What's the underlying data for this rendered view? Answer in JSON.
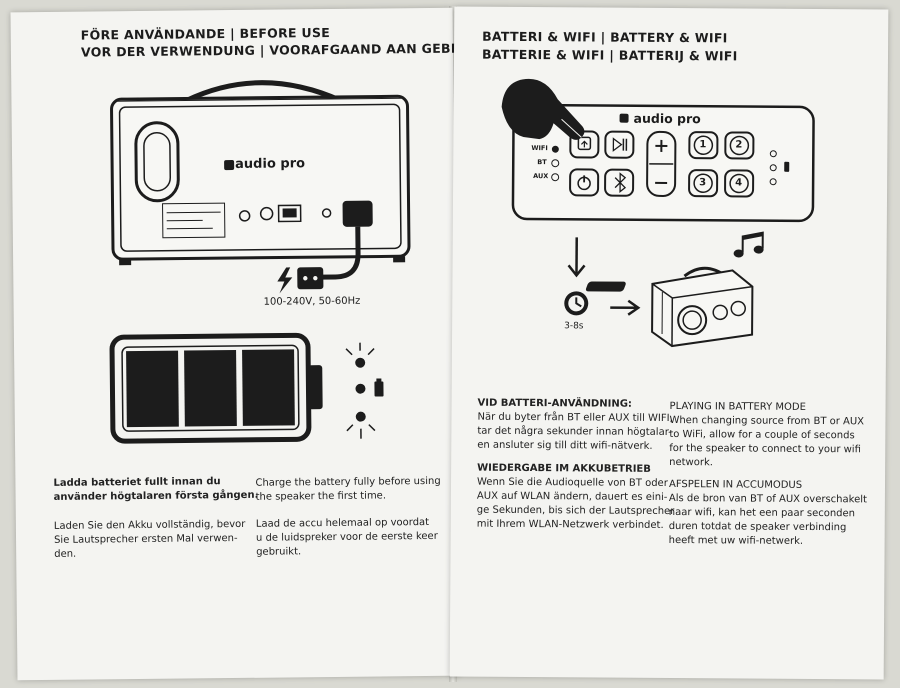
{
  "left_page": {
    "header_line1": "FÖRE ANVÄNDANDE  |  BEFORE USE",
    "header_line2": "VOR DER VERWENDUNG  |  VOORAFGAAND AAN GEBRUIK",
    "speaker_brand": "audio pro",
    "power_spec": "100-240V, 50-60Hz",
    "text_sv": "Ladda batteriet fullt innan du\nanvänder högtalaren första gången.",
    "text_de": "Laden Sie den Akku vollständig, bevor\nSie Lautsprecher ersten Mal verwen-\nden.",
    "text_en": "Charge the battery fully before using\nthe speaker the first time.",
    "text_nl": "Laad de accu helemaal op voordat\nu de luidspreker voor de eerste keer\ngebruikt."
  },
  "right_page": {
    "header_line1": "BATTERI & WIFI   |   BATTERY & WIFI",
    "header_line2": "BATTERIE & WIFI   |   BATTERIJ & WIFI",
    "panel_brand": "audio pro",
    "indicator_wifi": "WIFI",
    "indicator_bt": "BT",
    "indicator_aux": "AUX",
    "preset_1": "1",
    "preset_2": "2",
    "preset_3": "3",
    "preset_4": "4",
    "timer_label": "3-8s",
    "sv_title": "VID BATTERI-ANVÄNDNING:",
    "sv_body": "När du byter från BT eller AUX till WIFI,\ntar det några sekunder innan högtalar-\nen ansluter sig till ditt wifi-nätverk.",
    "de_title": "WIEDERGABE IM AKKUBETRIEB",
    "de_body": "Wenn Sie die Audioquelle von BT oder\nAUX auf WLAN ändern, dauert es eini-\nge Sekunden, bis sich der Lautsprecher\nmit Ihrem WLAN-Netzwerk verbindet.",
    "en_title": "PLAYING IN BATTERY MODE",
    "en_body": "When changing source from BT or AUX\nto WiFi, allow for a couple of seconds\nfor the speaker to connect to your wifi\nnetwork.",
    "nl_title": "AFSPELEN IN ACCUMODUS",
    "nl_body": "Als de bron van BT of AUX overschakelt\nnaar wifi, kan het een paar seconden\nduren totdat de speaker verbinding\nheeft met uw wifi-netwerk."
  },
  "colors": {
    "paper": "#f4f4f1",
    "ink": "#1c1c1c",
    "background": "#d9d9d2"
  }
}
